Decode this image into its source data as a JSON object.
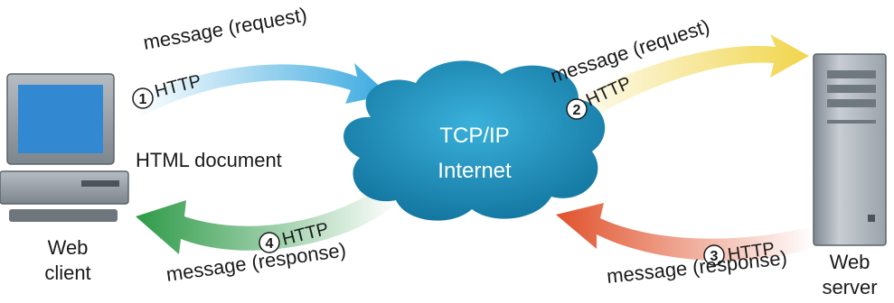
{
  "diagram": {
    "cloud": {
      "line1": "TCP/IP",
      "line2": "Internet"
    },
    "client": {
      "line1": "Web",
      "line2": "client",
      "document_label": "HTML document"
    },
    "server": {
      "line1": "Web",
      "line2": "server"
    },
    "flows": [
      {
        "step": "1",
        "protocol": "HTTP",
        "message": "message (request)",
        "color": "#3aa9e0"
      },
      {
        "step": "2",
        "protocol": "HTTP",
        "message": "message (request)",
        "color": "#f1d54a"
      },
      {
        "step": "3",
        "protocol": "HTTP",
        "message": "message (response)",
        "color": "#e0522b"
      },
      {
        "step": "4",
        "protocol": "HTTP",
        "message": "message (response)",
        "color": "#2e9a48"
      }
    ],
    "colors": {
      "cloud": "#1b86b3",
      "computer": "#8a9299",
      "screen": "#1e78c8",
      "server": "#9aa3ab"
    }
  }
}
